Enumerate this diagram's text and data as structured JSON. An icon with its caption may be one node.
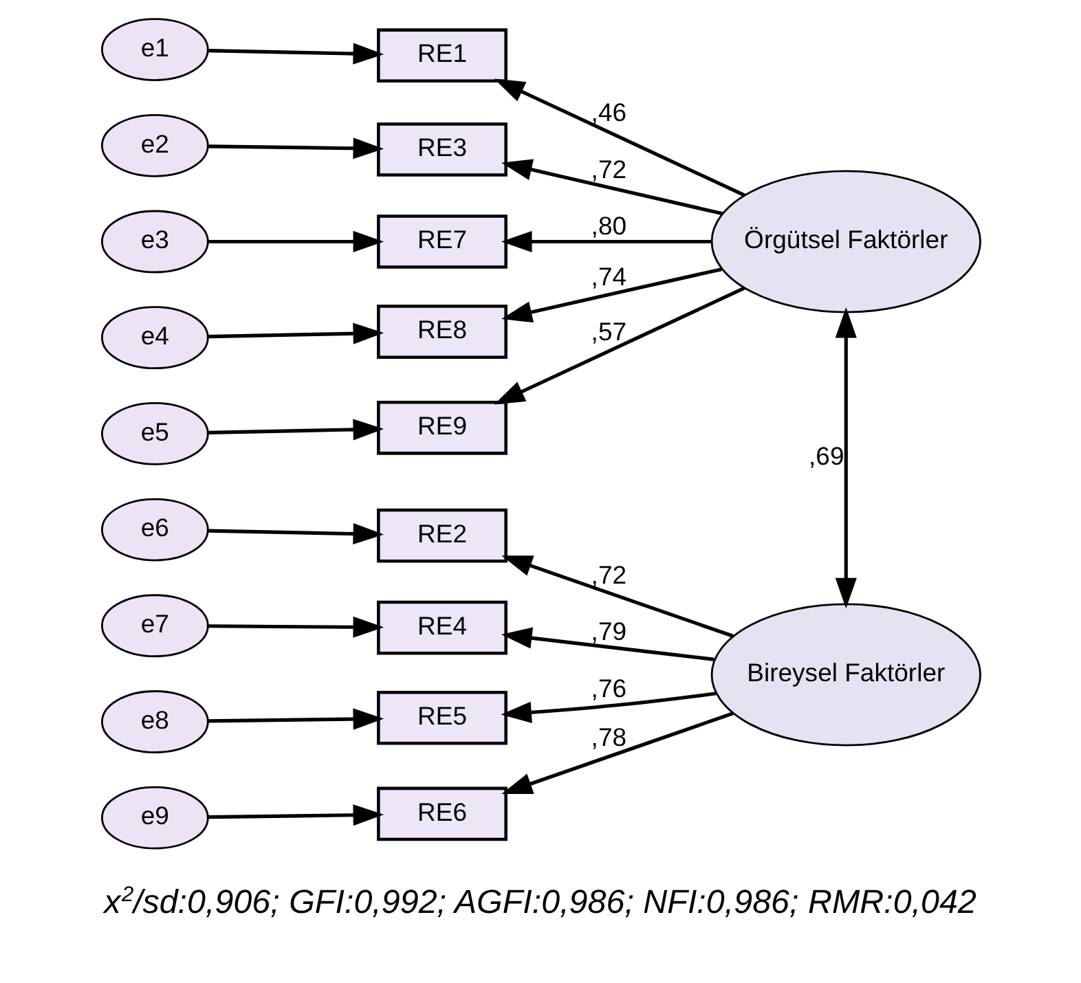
{
  "diagram": {
    "caption": "x$^{2}$/sd:0,906; GFI:0,992; AGFI:0,986; NFI:0,986; RMR:0,042",
    "nodes": [
      {
        "text": [
          "e1"
        ]
      },
      {
        "text": [
          "RE1"
        ]
      },
      {
        "text": [
          "e2"
        ]
      },
      {
        "text": [
          "RE3"
        ]
      },
      {
        "text": [
          "e3"
        ]
      },
      {
        "text": [
          "RE7"
        ]
      },
      {
        "text": [
          "e4"
        ]
      },
      {
        "text": [
          "RE8"
        ]
      },
      {
        "text": [
          "e5"
        ]
      },
      {
        "text": [
          "RE9"
        ]
      },
      {
        "text": [
          "Örgütsel Faktörler"
        ]
      },
      {
        "text": [
          "e6"
        ]
      },
      {
        "text": [
          "RE2"
        ]
      },
      {
        "text": [
          "e7"
        ]
      },
      {
        "text": [
          "RE4"
        ]
      },
      {
        "text": [
          "e8"
        ]
      },
      {
        "text": [
          "RE5"
        ]
      },
      {
        "text": [
          "e9"
        ]
      },
      {
        "text": [
          "RE6"
        ]
      },
      {
        "text": [
          "Bireysel Faktörler"
        ]
      }
    ],
    "edges": [
      {
        "from": 0,
        "to": 1,
        "arrow": "to"
      },
      {
        "from": 2,
        "to": 3,
        "arrow": "to"
      },
      {
        "from": 4,
        "to": 5,
        "arrow": "to"
      },
      {
        "from": 6,
        "to": 7,
        "arrow": "to"
      },
      {
        "from": 8,
        "to": 9,
        "arrow": "to"
      },
      {
        "from": 10,
        "to": 1,
        "arrow": "to",
        "label": ",46"
      },
      {
        "from": 10,
        "to": 3,
        "arrow": "to",
        "label": ",72"
      },
      {
        "from": 10,
        "to": 5,
        "arrow": "to",
        "label": ",80"
      },
      {
        "from": 10,
        "to": 7,
        "arrow": "to",
        "label": ",74"
      },
      {
        "from": 10,
        "to": 9,
        "arrow": "to",
        "label": ",57"
      },
      {
        "from": 11,
        "to": 12,
        "arrow": "to"
      },
      {
        "from": 13,
        "to": 14,
        "arrow": "to"
      },
      {
        "from": 15,
        "to": 16,
        "arrow": "to"
      },
      {
        "from": 17,
        "to": 18,
        "arrow": "to"
      },
      {
        "from": 19,
        "to": 12,
        "arrow": "to",
        "label": ",72"
      },
      {
        "from": 19,
        "to": 14,
        "arrow": "to",
        "label": ",79"
      },
      {
        "from": 19,
        "to": 16,
        "arrow": "to",
        "label": ",76"
      },
      {
        "from": 19,
        "to": 18,
        "arrow": "to",
        "label": ",78"
      },
      {
        "from": 10,
        "to": 19,
        "arrow": "both",
        "label": ",69"
      }
    ]
  }
}
